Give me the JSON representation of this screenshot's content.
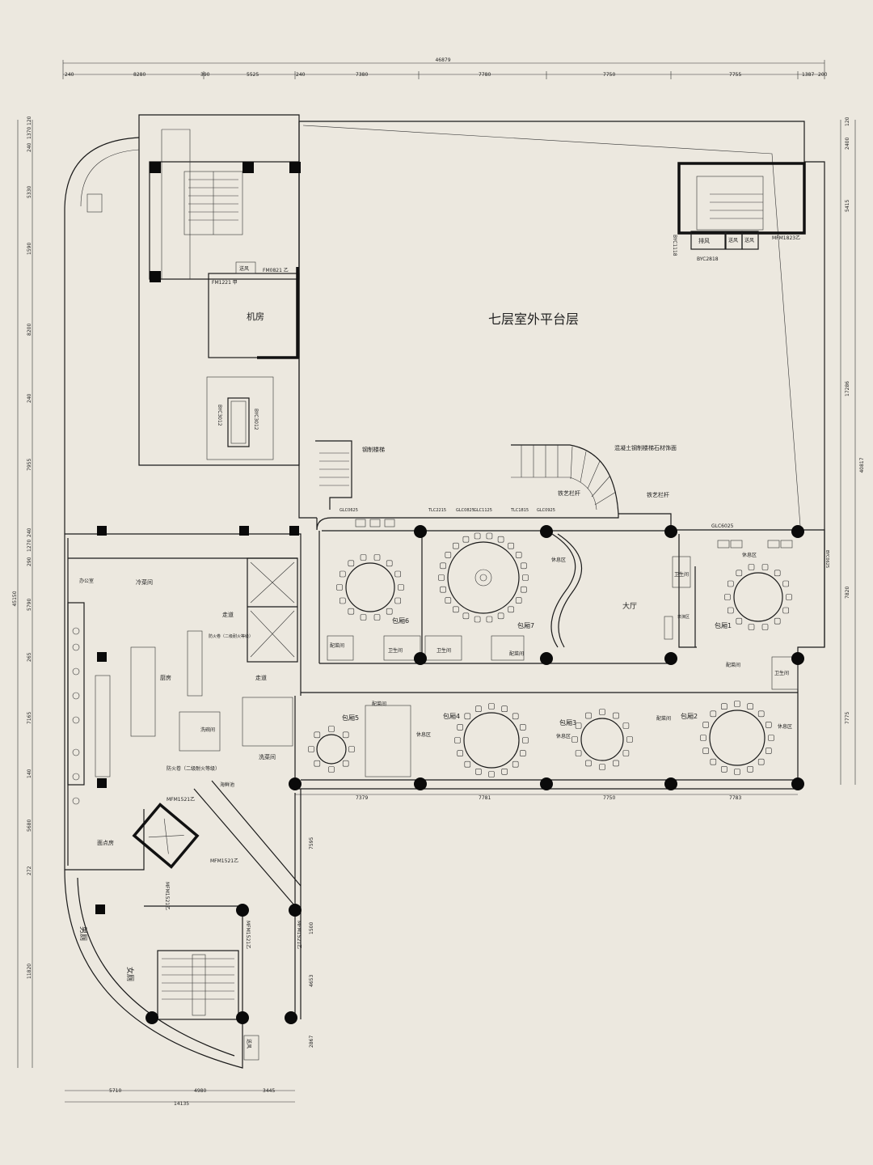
{
  "floor_title": "七层室外平台层",
  "rooms": {
    "machine_room": "机房",
    "hall": "大厅",
    "cold_dish": "冷菜间",
    "kitchen": "厨房",
    "office": "办公室",
    "corridor_1": "走道",
    "corridor_2": "走道",
    "pastry": "面点房",
    "dishwash": "洗碗间",
    "vegetable_wash": "洗菜间",
    "male_wc": "男厕",
    "female_wc": "女厕",
    "pantry_1": "配菜间",
    "pantry_2": "配菜间",
    "pantry_3": "配菜间",
    "pantry_4": "配菜间",
    "toilet_1": "卫生间",
    "toilet_2": "卫生间",
    "toilet_3": "卫生间",
    "lounge_1": "休息区",
    "lounge_2": "休息区",
    "lounge_3": "休息区",
    "lounge_4": "休息区",
    "lounge_5": "休息区",
    "private_1": "包厢1",
    "private_2": "包厢2",
    "private_3": "包厢3",
    "private_4": "包厢4",
    "private_5": "包厢5",
    "private_6": "包厢6",
    "private_7": "包厢7",
    "exhaust": "排风",
    "supply_air_1": "送风",
    "supply_air_2": "送风",
    "supply_air_3": "送风",
    "supply_air_4": "送风",
    "supply_air_5": "送风",
    "performance": "表演区"
  },
  "annotations": {
    "steel_stair": "钢制楼梯",
    "concrete_stair": "混凝土钢制楼梯石材饰面",
    "railing_1": "铁艺栏杆",
    "railing_2": "铁艺栏杆",
    "fire_shutter_1": "防火卷（二级耐火等级）",
    "fire_shutter_2": "防火卷（二级耐火等级）",
    "sea_food": "海鲜池"
  },
  "codes": {
    "fm1221": "FM1221 甲",
    "fm0821": "FM0821 乙",
    "byc3012": "BYC3012",
    "byc2818": "BYC2818",
    "byc1118": "BYC1118",
    "mfm1823": "MFM1823乙",
    "mfm1521_a": "MFM1521乙",
    "mfm1521_b": "MFM1521乙",
    "mfm1521_c": "MFM1521乙",
    "mfm1521_d": "MFM1521乙",
    "mfm1521_e": "MFM1521乙",
    "glc6025": "GLC6025",
    "glc3925": "GLC0625",
    "tlc2215": "TLC2215",
    "tlc1815": "TLC1815",
    "glc0925": "GLC0925",
    "glc1125": "GLC1125",
    "glc0825": "GLC0825",
    "byc_top": "BYC0625"
  },
  "dimensions": {
    "top_total": "46879",
    "top": [
      "240",
      "8280",
      "390",
      "5525",
      "240",
      "7380",
      "7780",
      "7750",
      "7755",
      "1387",
      "200"
    ],
    "left": [
      "120",
      "1370",
      "240",
      "5330",
      "1590",
      "8200",
      "240",
      "7955",
      "240",
      "1270",
      "290",
      "5790",
      "265",
      "7165",
      "140",
      "5680",
      "272",
      "11820"
    ],
    "left_total": "45150",
    "right": [
      "120",
      "2400",
      "5415",
      "17286",
      "7820",
      "7775"
    ],
    "right_total": "40817",
    "bottom_mid": [
      "7379",
      "7781",
      "7750",
      "7783"
    ],
    "bottom": [
      "5710",
      "4980",
      "3445"
    ],
    "bottom_total": "14135",
    "vertical_mid": [
      "7595",
      "1500",
      "4653",
      "2867"
    ]
  },
  "colors": {
    "background": "#ece8df",
    "line": "#1a1a1a"
  }
}
